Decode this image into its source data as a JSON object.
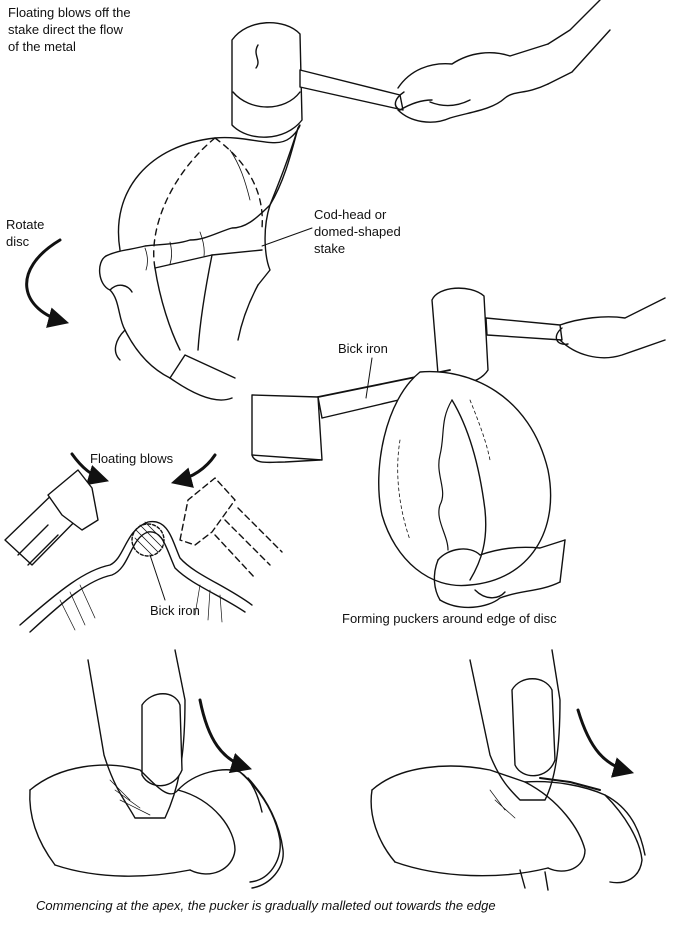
{
  "labels": {
    "floating_blows_stake": [
      "Floating blows off the",
      "stake direct the flow",
      "of the metal"
    ],
    "rotate_disc": [
      "Rotate",
      "disc"
    ],
    "cod_head_stake": [
      "Cod-head or",
      "domed-shaped",
      "stake"
    ],
    "bick_iron_top": "Bick iron",
    "floating_blows": "Floating blows",
    "bick_iron_bottom": "Bick iron",
    "forming_puckers": "Forming puckers around edge of disc",
    "caption": "Commencing at the apex, the pucker is gradually malleted out towards the edge"
  },
  "colors": {
    "ink": "#111111",
    "background": "#ffffff"
  }
}
